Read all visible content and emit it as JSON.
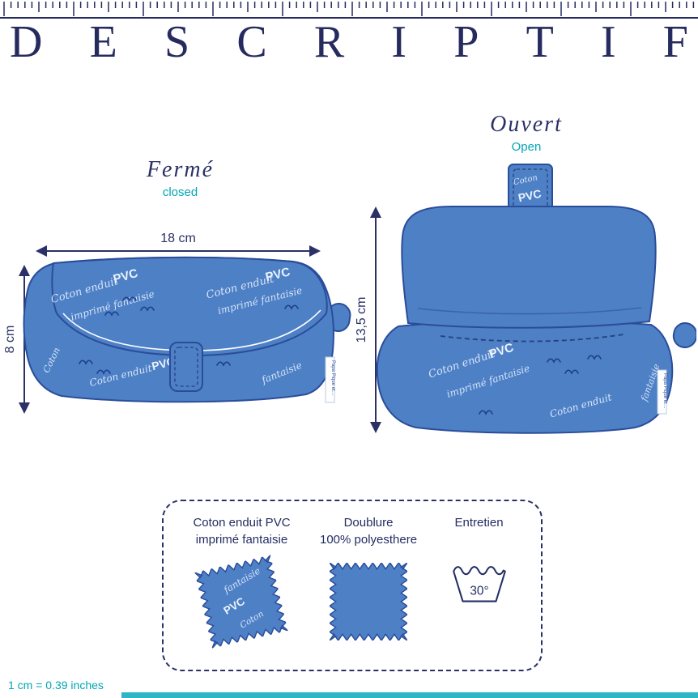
{
  "header": {
    "title_letters": [
      "D",
      "E",
      "S",
      "C",
      "R",
      "I",
      "P",
      "T",
      "I",
      "F"
    ]
  },
  "closed": {
    "title": "Fermé",
    "subtitle": "closed",
    "width_label": "18 cm",
    "height_label": "8 cm"
  },
  "open": {
    "title": "Ouvert",
    "subtitle": "Open",
    "height_label": "13,5 cm"
  },
  "pattern": {
    "coton": "Coton enduit",
    "pvc": "PVC",
    "imprime": "imprimé fantaisie",
    "fantaisie": "fantaisie",
    "coton_short": "Coton",
    "brand": "Papa Pique et…"
  },
  "materials": {
    "col1_line1": "Coton enduit PVC",
    "col1_line2": "imprimé fantaisie",
    "col2_line1": "Doublure",
    "col2_line2": "100% polyesthere",
    "col3_line1": "Entretien",
    "wash_temp": "30°"
  },
  "footer": {
    "scale_note": "1 cm = 0.39 inches"
  },
  "colors": {
    "navy": "#262b5f",
    "teal": "#00a7b5",
    "fabric_blue": "#4e80c6",
    "fabric_outline": "#2a4d9a",
    "pattern_light": "#d5e3f7",
    "accent_bar": "#2cb6c6"
  }
}
